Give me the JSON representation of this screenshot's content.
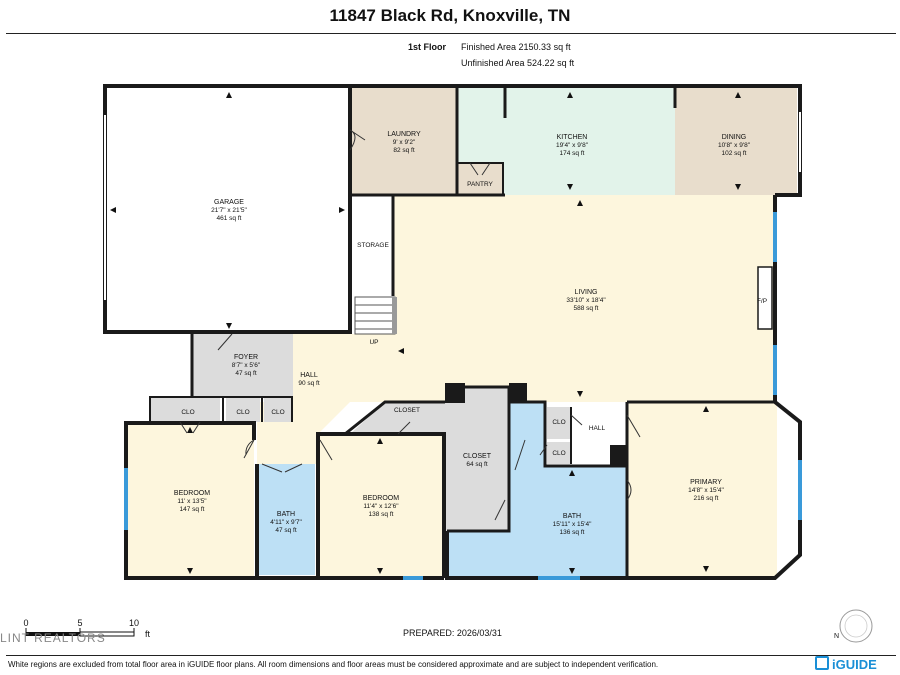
{
  "header": {
    "address": "11847 Black Rd, Knoxville, TN",
    "floor": "1st Floor",
    "finished_area": "Finished Area 2150.33 sq ft",
    "unfinished_area": "Unfinished Area 524.22 sq ft"
  },
  "rooms": {
    "garage": {
      "name": "GARAGE",
      "dims": "21'7\" x 21'5\"",
      "area": "461 sq ft"
    },
    "laundry": {
      "name": "LAUNDRY",
      "dims": "9' x 9'2\"",
      "area": "82 sq ft"
    },
    "kitchen": {
      "name": "KITCHEN",
      "dims": "19'4\" x 9'8\"",
      "area": "174 sq ft"
    },
    "dining": {
      "name": "DINING",
      "dims": "10'8\" x 9'8\"",
      "area": "102 sq ft"
    },
    "pantry": {
      "name": "PANTRY"
    },
    "storage": {
      "name": "STORAGE"
    },
    "living": {
      "name": "LIVING",
      "dims": "33'10\" x 18'4\"",
      "area": "588 sq ft"
    },
    "fireplace": {
      "name": "F/P"
    },
    "stairs": {
      "name": "UP"
    },
    "foyer": {
      "name": "FOYER",
      "dims": "8'7\" x 5'6\"",
      "area": "47 sq ft"
    },
    "hall_main": {
      "name": "HALL",
      "area": "90 sq ft"
    },
    "clo_1": {
      "name": "CLO"
    },
    "clo_2": {
      "name": "CLO"
    },
    "clo_3": {
      "name": "CLO"
    },
    "closet_small": {
      "name": "CLOSET"
    },
    "closet_walkin": {
      "name": "CLOSET",
      "area": "64 sq ft"
    },
    "clo_4": {
      "name": "CLO"
    },
    "clo_5": {
      "name": "CLO"
    },
    "hall_right": {
      "name": "HALL"
    },
    "bedroom_1": {
      "name": "BEDROOM",
      "dims": "11' x 13'5\"",
      "area": "147 sq ft"
    },
    "bath_1": {
      "name": "BATH",
      "dims": "4'11\" x 9'7\"",
      "area": "47 sq ft"
    },
    "bedroom_2": {
      "name": "BEDROOM",
      "dims": "11'4\" x 12'6\"",
      "area": "138 sq ft"
    },
    "bath_2": {
      "name": "BATH",
      "dims": "15'11\" x 15'4\"",
      "area": "136 sq ft"
    },
    "primary": {
      "name": "PRIMARY",
      "dims": "14'8\" x 15'4\"",
      "area": "216 sq ft"
    }
  },
  "scale_bar": {
    "ticks": [
      "0",
      "5",
      "10"
    ],
    "unit": "ft"
  },
  "prepared": "PREPARED: 2026/03/31",
  "compass": {
    "label": "N"
  },
  "brokerage": "LINT REALTORS",
  "disclaimer": "White regions are excluded from total floor area in iGUIDE floor plans. All room dimensions and floor areas must be considered approximate and are subject to independent verification.",
  "brand": "iGUIDE",
  "colors": {
    "tan": "#e8ddcc",
    "mint": "#e2f3ea",
    "yellow": "#fdf6dd",
    "gray": "#dcdcdc",
    "blue": "#bde0f5",
    "wall": "#1a1a1a",
    "window": "#3a9ad9"
  }
}
